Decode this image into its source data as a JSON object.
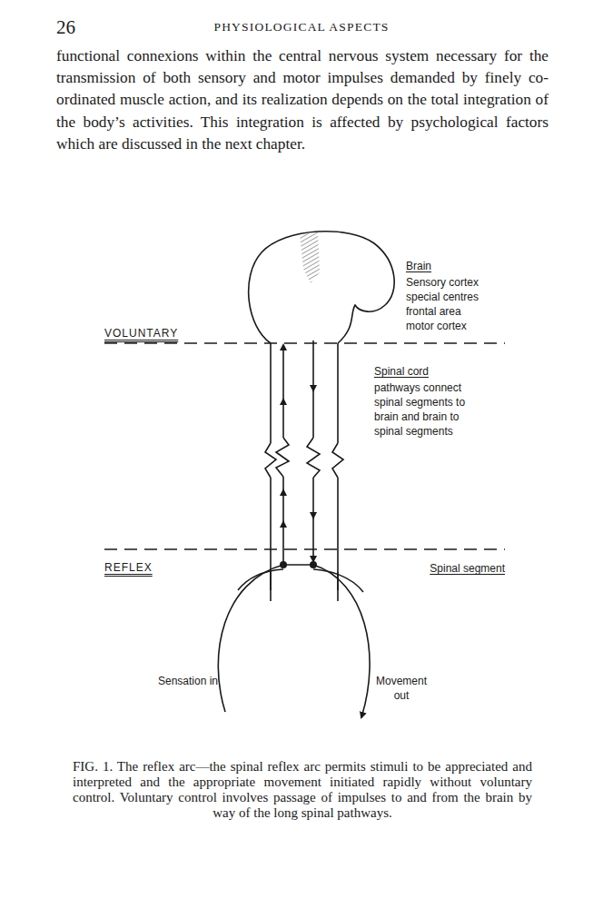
{
  "diagram": {
    "caption": "FIG. 1. The reflex arc—the spinal reflex arc permits stimuli to be appreciated and interpreted and the appropriate movement initiated rapidly without voluntary control. Voluntary control involves passage of impulses to and from the brain by way of the long spinal pathways.",
    "labels": [
      "26",
      "PHYSIOLOGICAL ASPECTS",
      "functional connexions within the central nervous system necessary for the transmission of both sensory and motor impulses demanded by finely co-ordinated muscle action, and its realization depends on the total integration of the body’s activities. This integration is affected by psychological factors which are discussed in the next chapter.",
      "Brain",
      "Sensory cortex special centres frontal area motor cortex",
      "VOLUNTARY",
      "Spinal cord",
      "pathways connect spinal segments to brain and brain to spinal segments",
      "REFLEX",
      "Spinal segment",
      "Sensation in",
      "Movement out"
    ]
  }
}
